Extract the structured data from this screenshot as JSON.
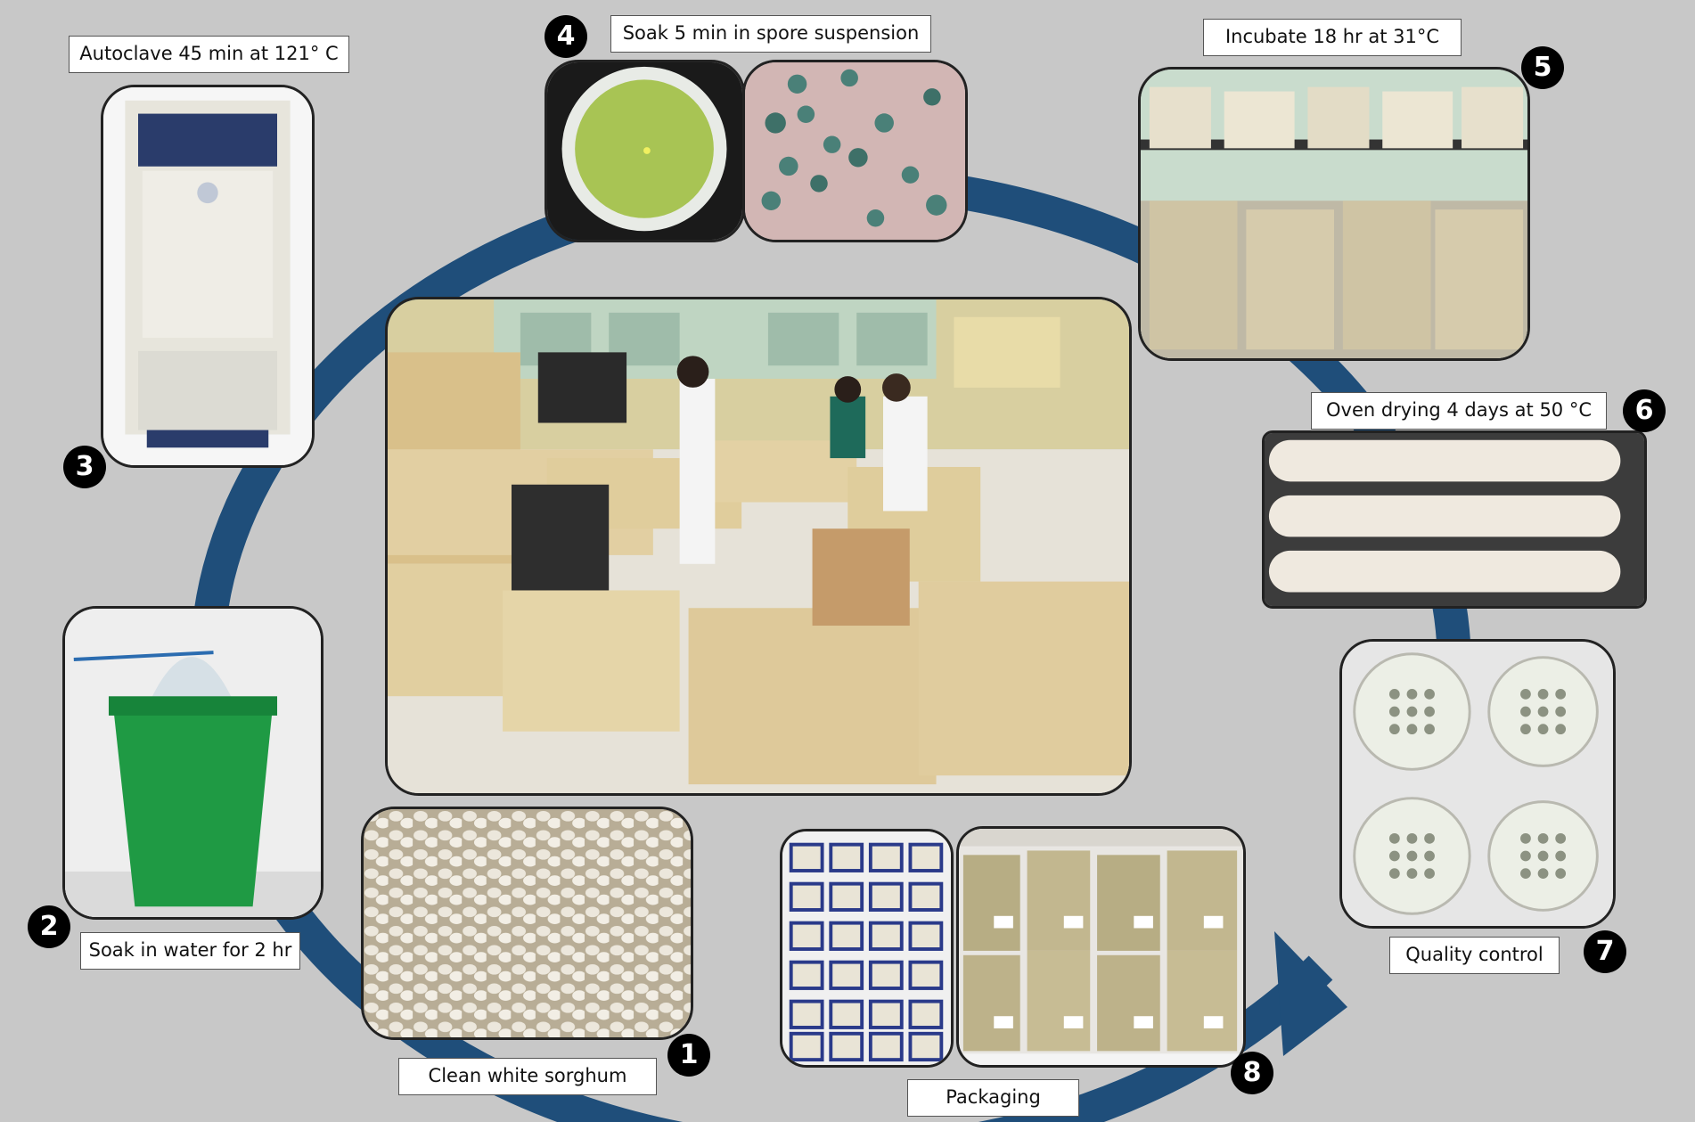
{
  "steps": [
    {
      "number": "1",
      "label": "Clean white sorghum"
    },
    {
      "number": "2",
      "label": "Soak in water for 2 hr"
    },
    {
      "number": "3",
      "label": "Autoclave 45 min at 121° C"
    },
    {
      "number": "4",
      "label": "Soak 5 min in spore suspension"
    },
    {
      "number": "5",
      "label": "Incubate 18 hr at 31°C"
    },
    {
      "number": "6",
      "label": "Oven drying 4 days at 50 °C"
    },
    {
      "number": "7",
      "label": "Quality control"
    },
    {
      "number": "8",
      "label": "Packaging"
    }
  ],
  "colors": {
    "background": "#c8c8c8",
    "cycle_arrow": "#1f4e7a",
    "badge": "#000000",
    "label_box": "#ffffff"
  }
}
